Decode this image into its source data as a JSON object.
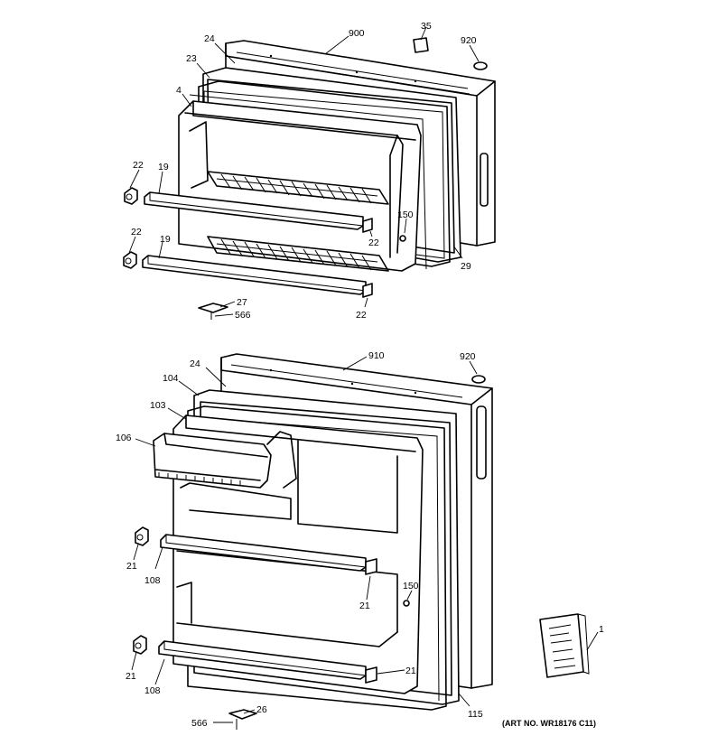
{
  "labels": {
    "p900": "900",
    "p35a": "35",
    "p920a": "920",
    "p24a": "24",
    "p23": "23",
    "p4": "4",
    "p22a": "22",
    "p19a": "19",
    "p150a": "150",
    "p22b": "22",
    "p29": "29",
    "p22c": "22",
    "p19b": "19",
    "p27": "27",
    "p566a": "566",
    "p22d": "22",
    "p910": "910",
    "p920b": "920",
    "p24b": "24",
    "p104": "104",
    "p103": "103",
    "p106": "106",
    "p21a": "21",
    "p108a": "108",
    "p150b": "150",
    "p21b": "21",
    "p21c": "21",
    "p108b": "108",
    "p21d": "21",
    "p26": "26",
    "p566b": "566",
    "p115": "115",
    "p1": "1"
  },
  "art_number": "(ART NO. WR18176 C11)"
}
